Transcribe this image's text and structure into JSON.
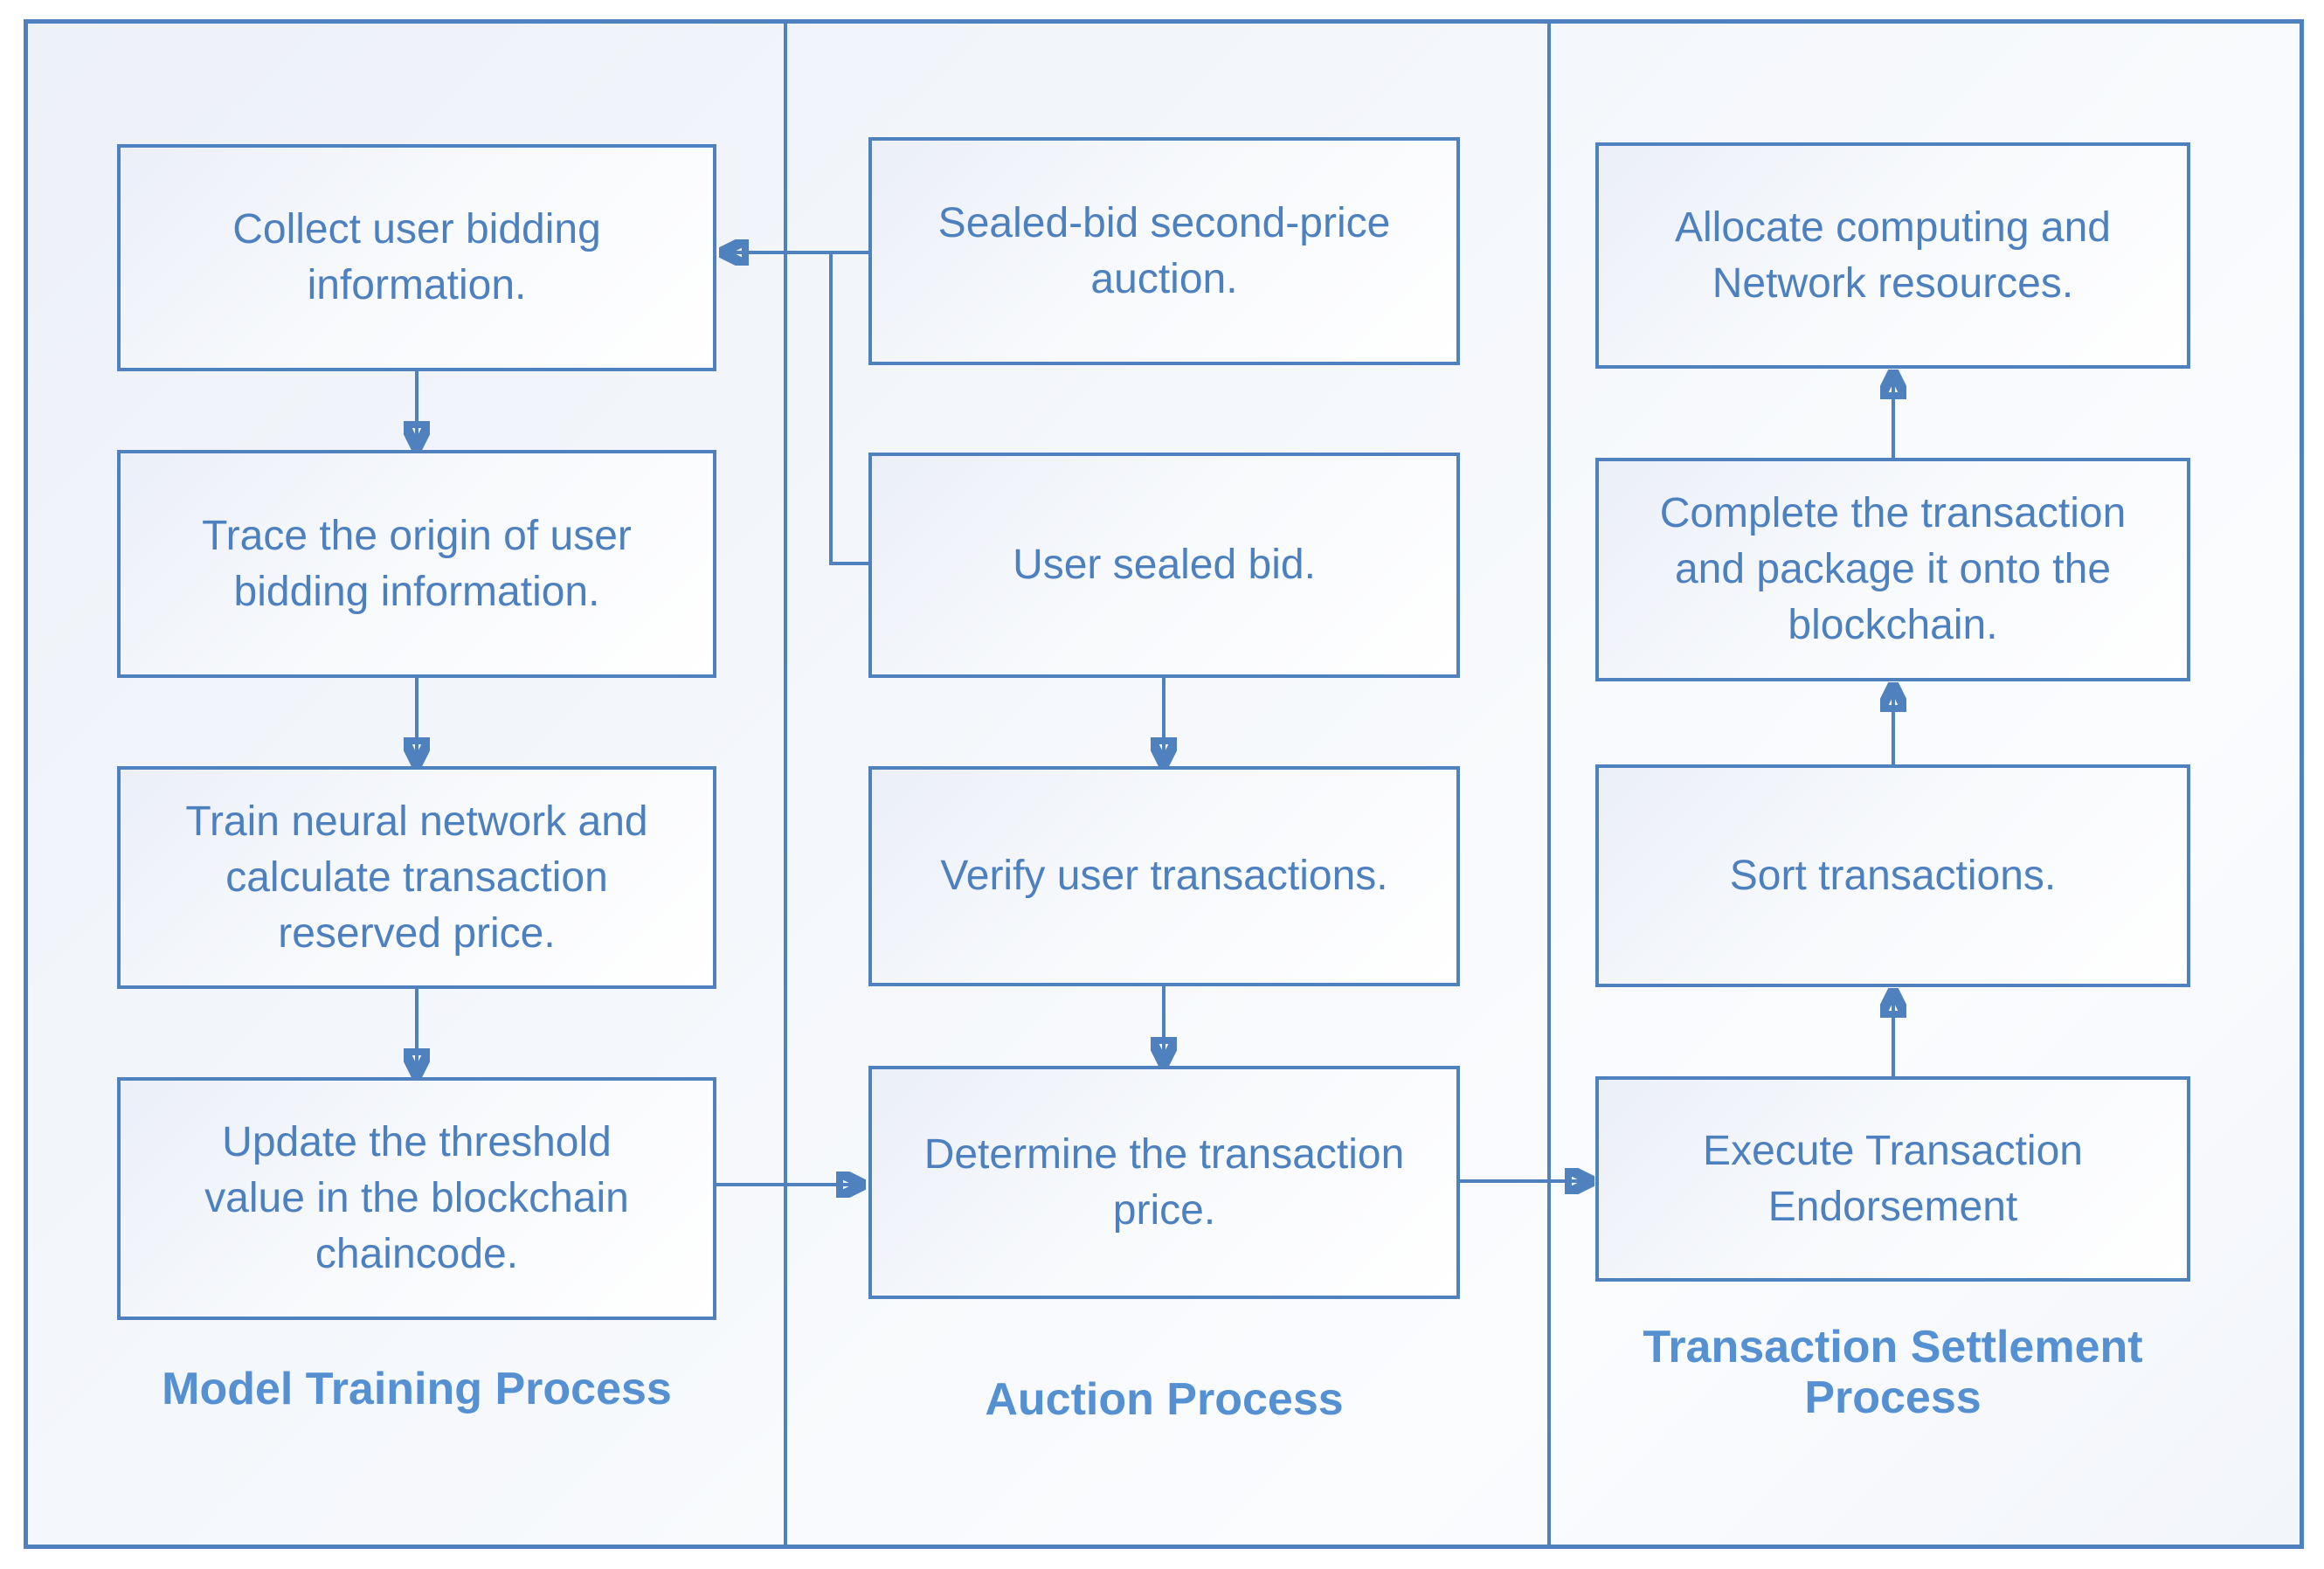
{
  "figure": {
    "type": "flowchart",
    "accent_color": "#4e81bd",
    "columns": [
      {
        "id": "model-training",
        "label": "Model Training Process",
        "boxes": [
          {
            "id": "collect",
            "text": "Collect user bidding\ninformation."
          },
          {
            "id": "trace",
            "text": "Trace the origin of user\nbidding information."
          },
          {
            "id": "train",
            "text": "Train neural network and\ncalculate transaction\nreserved price."
          },
          {
            "id": "update",
            "text": "Update the threshold\nvalue in the blockchain\nchaincode."
          }
        ]
      },
      {
        "id": "auction",
        "label": "Auction Process",
        "boxes": [
          {
            "id": "sealed-auction",
            "text": "Sealed-bid second-price\nauction."
          },
          {
            "id": "user-sealed-bid",
            "text": "User sealed bid."
          },
          {
            "id": "verify",
            "text": "Verify user transactions."
          },
          {
            "id": "determine",
            "text": "Determine the transaction\nprice."
          }
        ]
      },
      {
        "id": "transaction-settlement",
        "label": "Transaction Settlement\nProcess",
        "boxes": [
          {
            "id": "allocate",
            "text": "Allocate computing and\nNetwork resources."
          },
          {
            "id": "complete",
            "text": "Complete the transaction\nand package it onto the\nblockchain."
          },
          {
            "id": "sort",
            "text": "Sort transactions."
          },
          {
            "id": "execute",
            "text": "Execute Transaction\nEndorsement"
          }
        ]
      }
    ],
    "edges": [
      {
        "from": "collect",
        "to": "trace",
        "direction": "down"
      },
      {
        "from": "trace",
        "to": "train",
        "direction": "down"
      },
      {
        "from": "train",
        "to": "update",
        "direction": "down"
      },
      {
        "from": "sealed-auction",
        "to": "collect",
        "direction": "left"
      },
      {
        "from": "user-sealed-bid",
        "to": "collect",
        "direction": "left",
        "via": "joins arrow from sealed-auction"
      },
      {
        "from": "user-sealed-bid",
        "to": "verify",
        "direction": "down"
      },
      {
        "from": "verify",
        "to": "determine",
        "direction": "down"
      },
      {
        "from": "update",
        "to": "determine",
        "direction": "right"
      },
      {
        "from": "determine",
        "to": "execute",
        "direction": "right"
      },
      {
        "from": "execute",
        "to": "sort",
        "direction": "up"
      },
      {
        "from": "sort",
        "to": "complete",
        "direction": "up"
      },
      {
        "from": "complete",
        "to": "allocate",
        "direction": "up"
      }
    ]
  }
}
